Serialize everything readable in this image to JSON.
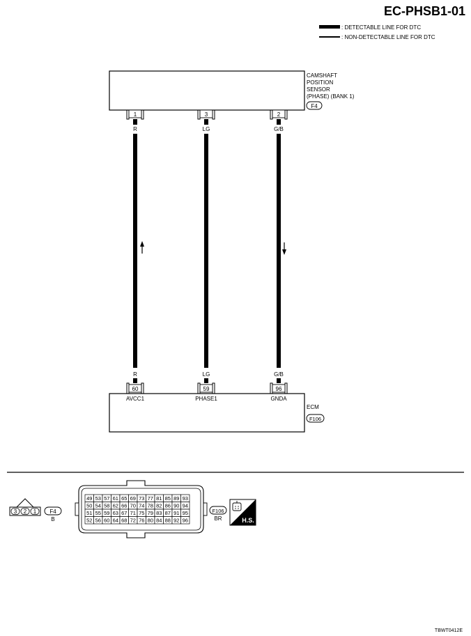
{
  "page": {
    "code": "EC-PHSB1-01",
    "figure_code": "TBWT0412E"
  },
  "legend": [
    {
      "style": "thick",
      "label": ": DETECTABLE LINE FOR DTC"
    },
    {
      "style": "thin",
      "label": ": NON-DETECTABLE LINE FOR DTC"
    }
  ],
  "sensor": {
    "name_lines": [
      "CAMSHAFT",
      "POSITION",
      "SENSOR",
      "(PHASE) (BANK 1)"
    ],
    "connector": "F4",
    "pins": [
      "1",
      "3",
      "2"
    ]
  },
  "wires": [
    {
      "top_color": "R",
      "bottom_color": "R",
      "direction": "up"
    },
    {
      "top_color": "LG",
      "bottom_color": "LG",
      "direction": "none"
    },
    {
      "top_color": "G/B",
      "bottom_color": "G/B",
      "direction": "down"
    }
  ],
  "ecm": {
    "name": "ECM",
    "connector": "F106",
    "pins": [
      "60",
      "59",
      "96"
    ],
    "terminals": [
      "AVCC1",
      "PHASE1",
      "GNDA"
    ]
  },
  "connector_views": {
    "f4": {
      "pins": [
        "3",
        "2",
        "1"
      ],
      "id": "F4",
      "color": "B"
    },
    "f106": {
      "id": "F106",
      "color": "BR",
      "rows": [
        [
          "49",
          "53",
          "57",
          "61",
          "65",
          "69",
          "73",
          "77",
          "81",
          "85",
          "89",
          "93"
        ],
        [
          "50",
          "54",
          "58",
          "62",
          "66",
          "70",
          "74",
          "78",
          "82",
          "86",
          "90",
          "94"
        ],
        [
          "51",
          "55",
          "59",
          "63",
          "67",
          "71",
          "75",
          "79",
          "83",
          "87",
          "91",
          "95"
        ],
        [
          "52",
          "56",
          "60",
          "64",
          "68",
          "72",
          "76",
          "80",
          "84",
          "88",
          "92",
          "96"
        ]
      ]
    },
    "badge": "H.S."
  }
}
